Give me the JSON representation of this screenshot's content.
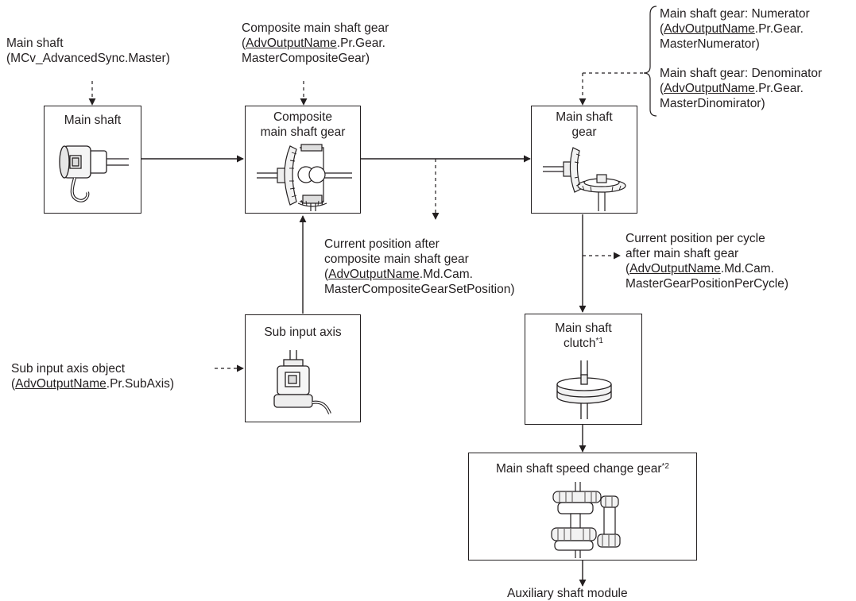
{
  "diagram": {
    "boxes": {
      "main_shaft": {
        "title": "Main shaft"
      },
      "composite_gear": {
        "title_line1": "Composite",
        "title_line2": "main shaft gear"
      },
      "main_gear": {
        "title_line1": "Main shaft",
        "title_line2": "gear"
      },
      "sub_input": {
        "title": "Sub input axis"
      },
      "clutch": {
        "title_line1": "Main shaft",
        "title_line2": "clutch",
        "footnote": "*1"
      },
      "speed_change": {
        "title": "Main shaft speed change gear",
        "footnote": "*2"
      }
    },
    "labels": {
      "main_shaft_src": {
        "line1": "Main shaft",
        "line2": "(MCv_AdvancedSync.Master)"
      },
      "composite_param": {
        "line1": "Composite main shaft gear",
        "u": "AdvOutputName",
        "rest": ".Pr.Gear.",
        "line3": "MasterCompositeGear)"
      },
      "numerator": {
        "line1": "Main shaft gear: Numerator",
        "u": "AdvOutputName",
        "rest": ".Pr.Gear.",
        "line3": "MasterNumerator)"
      },
      "denominator": {
        "line1": "Main shaft gear: Denominator",
        "u": "AdvOutputName",
        "rest": ".Pr.Gear.",
        "line3": "MasterDinomirator)"
      },
      "composite_pos": {
        "line1": "Current position after",
        "line2": "composite main shaft gear",
        "u": "AdvOutputName",
        "rest": ".Md.Cam.",
        "line4": "MasterCompositeGearSetPosition)"
      },
      "cycle_pos": {
        "line1": "Current position per cycle",
        "line2": "after main shaft gear",
        "u": "AdvOutputName",
        "rest": ".Md.Cam.",
        "line4": "MasterGearPositionPerCycle)"
      },
      "sub_axis_obj": {
        "line1": "Sub input axis object",
        "u": "AdvOutputName",
        "rest": ".Pr.SubAxis)"
      },
      "aux_module": {
        "text": "Auxiliary shaft module"
      }
    },
    "open_paren": "("
  }
}
